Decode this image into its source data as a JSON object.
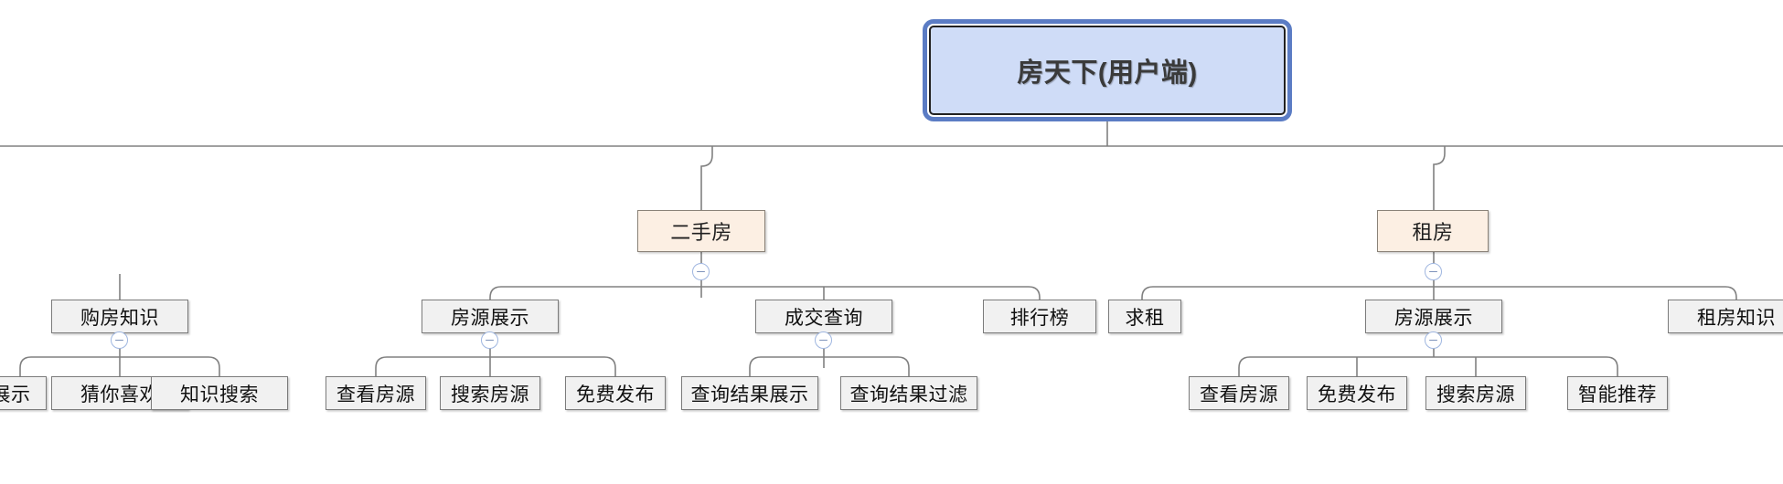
{
  "diagram": {
    "type": "mind-map-tree",
    "title": "房天下(用户端)",
    "orientation": "top-down",
    "colors": {
      "root_fill": "#cfdcf7",
      "root_border": "#5b7cc4",
      "level1_fill": "#fcefe3",
      "level1_border": "#8a8278",
      "leaf_fill": "#f1f1f1",
      "leaf_border": "#7b7b7b",
      "edge": "#808080",
      "toggle_border": "#9fb6e0",
      "canvas": "#ffffff"
    },
    "root": {
      "id": "root",
      "label": "房天下(用户端)"
    },
    "nodes": {
      "n_knowledge_buy": "购房知识",
      "n_kb_display": "展示",
      "n_kb_guess": "猜你喜欢",
      "n_kb_search": "知识搜索",
      "n_secondhand": "二手房",
      "n_sh_listing": "房源展示",
      "n_sh_view": "查看房源",
      "n_sh_search": "搜索房源",
      "n_sh_publish": "免费发布",
      "n_sh_deal": "成交查询",
      "n_sh_deal_result": "查询结果展示",
      "n_sh_deal_filter": "查询结果过滤",
      "n_sh_rank": "排行榜",
      "n_rent": "租房",
      "n_rt_seek": "求租",
      "n_rt_listing": "房源展示",
      "n_rt_view": "查看房源",
      "n_rt_publish": "免费发布",
      "n_rt_search": "搜索房源",
      "n_rt_recommend": "智能推荐",
      "n_rt_knowledge": "租房知识"
    },
    "toggles": {
      "count": 5,
      "state": "expanded",
      "glyph": "minus"
    }
  }
}
